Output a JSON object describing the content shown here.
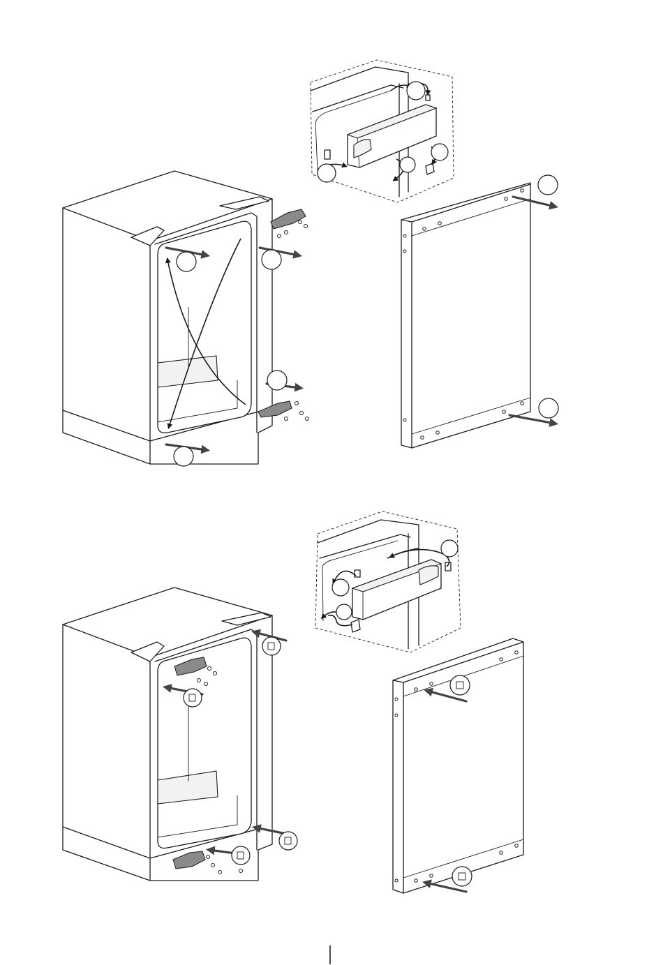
{
  "page": {
    "number": ""
  },
  "figure_top": {
    "callouts": [
      {
        "id": "c1",
        "label": ""
      },
      {
        "id": "c2",
        "label": ""
      },
      {
        "id": "c3",
        "label": ""
      },
      {
        "id": "c4",
        "label": ""
      },
      {
        "id": "c5",
        "label": ""
      },
      {
        "id": "c6",
        "label": ""
      },
      {
        "id": "c7",
        "label": ""
      },
      {
        "id": "c8",
        "label": ""
      },
      {
        "id": "c9",
        "label": ""
      },
      {
        "id": "c10",
        "label": ""
      },
      {
        "id": "c11",
        "label": ""
      }
    ]
  },
  "figure_bottom": {
    "callouts": [
      {
        "id": "b1",
        "label": ""
      },
      {
        "id": "b2",
        "label": ""
      },
      {
        "id": "b3",
        "label": ""
      },
      {
        "id": "b4",
        "label": ""
      },
      {
        "id": "b5",
        "label": ""
      },
      {
        "id": "b6",
        "label": ""
      },
      {
        "id": "b7",
        "label": ""
      },
      {
        "id": "b8",
        "label": ""
      },
      {
        "id": "b9",
        "label": ""
      }
    ]
  }
}
